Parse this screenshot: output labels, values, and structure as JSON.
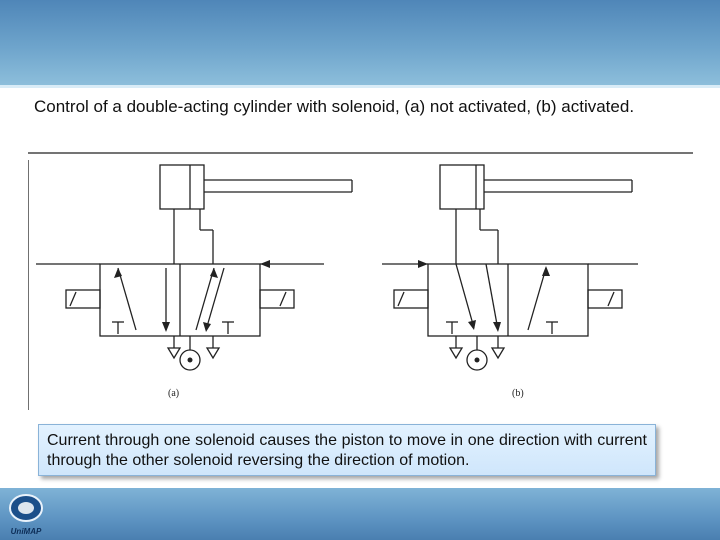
{
  "slide": {
    "title": "Control of a double-acting cylinder with solenoid, (a) not activated, (b) activated.",
    "caption": "Current through one solenoid causes the piston to move in one direction with current through the other solenoid reversing the direction of motion."
  },
  "diagram": {
    "label_a": "(a)",
    "label_b": "(b)"
  },
  "logo": {
    "text": "UniMAP"
  },
  "colors": {
    "band_top": "#5f96c4",
    "callout_bg": "#d8ecfd",
    "callout_border": "#8ab3d8"
  }
}
